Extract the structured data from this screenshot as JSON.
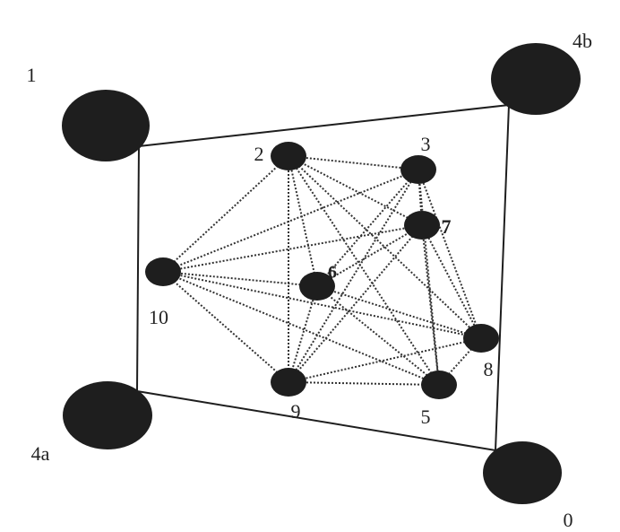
{
  "diagram": {
    "anchors": [
      {
        "id": "1",
        "label": "1"
      },
      {
        "id": "4b",
        "label": "4b"
      },
      {
        "id": "4a",
        "label": "4a"
      },
      {
        "id": "0",
        "label": "0"
      }
    ],
    "nodes": [
      {
        "id": "2",
        "label": "2"
      },
      {
        "id": "3",
        "label": "3"
      },
      {
        "id": "7",
        "label": "7"
      },
      {
        "id": "6",
        "label": "6"
      },
      {
        "id": "10",
        "label": "10"
      },
      {
        "id": "8",
        "label": "8"
      },
      {
        "id": "9",
        "label": "9"
      },
      {
        "id": "5",
        "label": "5"
      }
    ],
    "frame": [
      "1",
      "4b",
      "0",
      "4a"
    ],
    "edges": [
      [
        "2",
        "3"
      ],
      [
        "2",
        "10"
      ],
      [
        "2",
        "9"
      ],
      [
        "2",
        "6"
      ],
      [
        "2",
        "7"
      ],
      [
        "2",
        "8"
      ],
      [
        "2",
        "5"
      ],
      [
        "3",
        "10"
      ],
      [
        "3",
        "7"
      ],
      [
        "3",
        "6"
      ],
      [
        "3",
        "9"
      ],
      [
        "3",
        "8"
      ],
      [
        "3",
        "5"
      ],
      [
        "7",
        "10"
      ],
      [
        "7",
        "6"
      ],
      [
        "7",
        "9"
      ],
      [
        "7",
        "5"
      ],
      [
        "7",
        "8"
      ],
      [
        "10",
        "6"
      ],
      [
        "10",
        "8"
      ],
      [
        "10",
        "9"
      ],
      [
        "10",
        "5"
      ],
      [
        "6",
        "8"
      ],
      [
        "6",
        "9"
      ],
      [
        "6",
        "5"
      ],
      [
        "9",
        "5"
      ],
      [
        "9",
        "8"
      ],
      [
        "5",
        "8"
      ]
    ],
    "colors": {
      "node": "#1e1e1e",
      "frame": "#1e1e1e",
      "edge": "#333333",
      "label": "#222222"
    }
  }
}
